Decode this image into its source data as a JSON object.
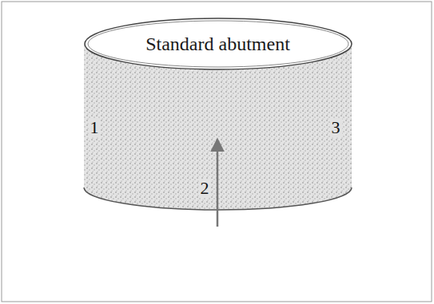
{
  "diagram": {
    "nodes": [
      {
        "text": [
          "Standard abutment"
        ]
      }
    ],
    "labels": [
      "1",
      "2",
      "3"
    ]
  }
}
